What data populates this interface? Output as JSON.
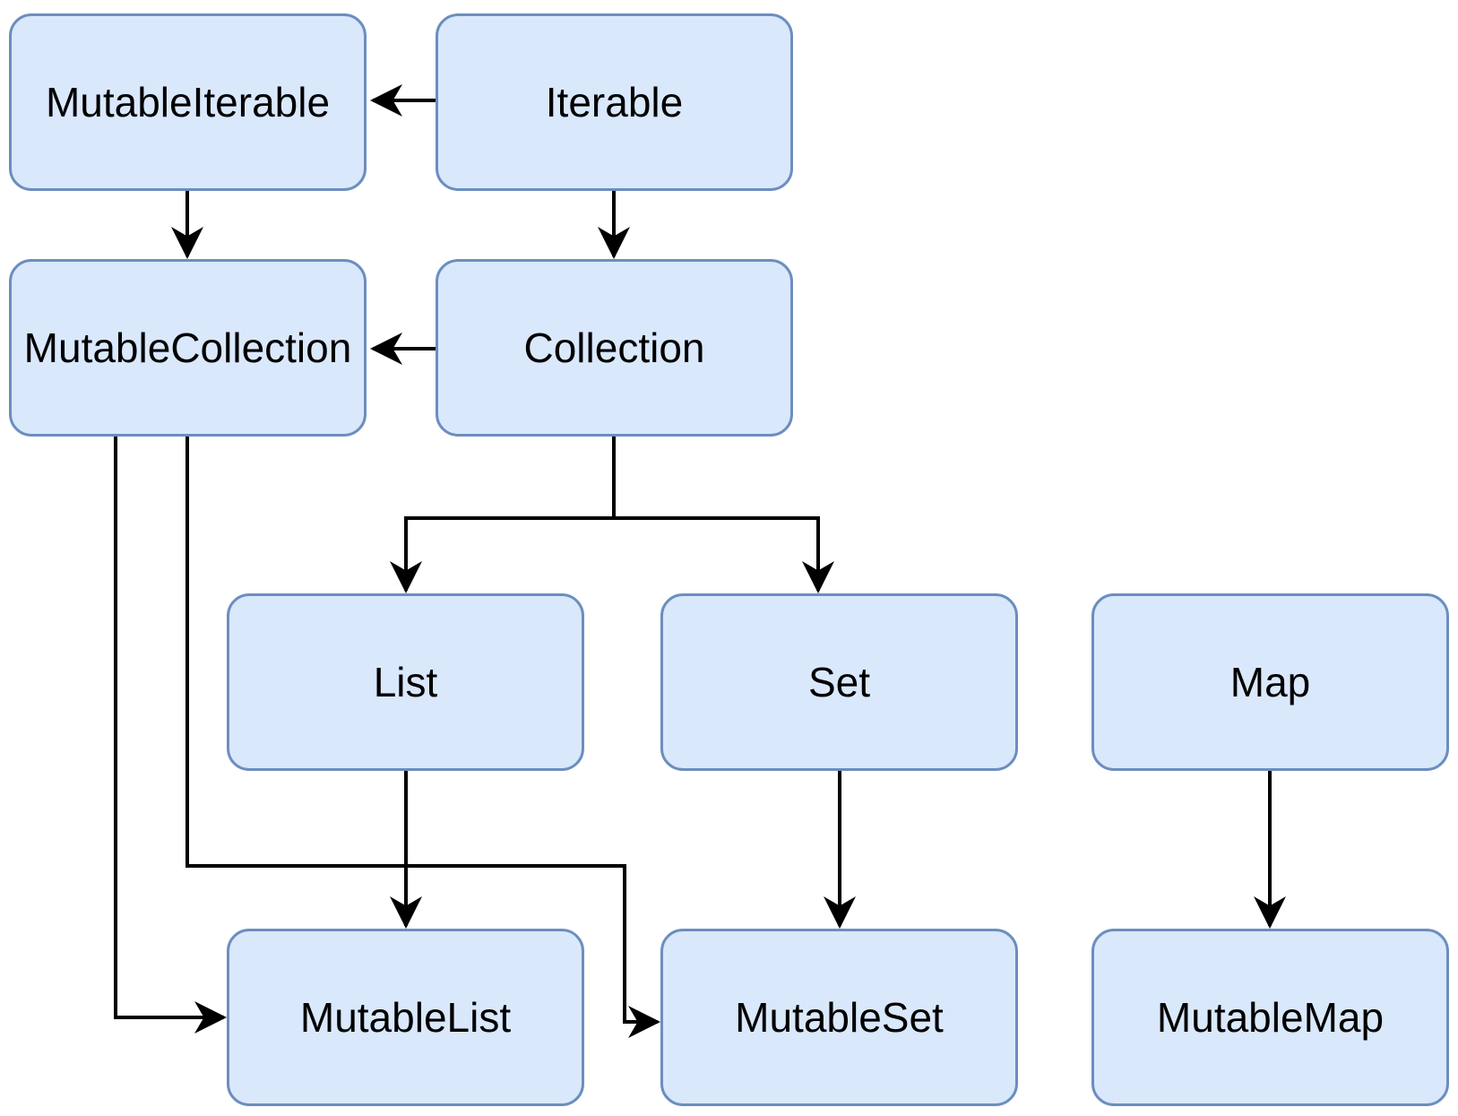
{
  "diagram": {
    "type": "class-hierarchy",
    "colors": {
      "node_fill": "#dae8fc",
      "node_border": "#6c8ebf",
      "edge_color": "#000000",
      "canvas_bg": "#ffffff",
      "label_color": "#000000"
    },
    "nodes": [
      {
        "id": "mutable-iterable",
        "label": "MutableIterable"
      },
      {
        "id": "iterable",
        "label": "Iterable"
      },
      {
        "id": "mutable-collection",
        "label": "MutableCollection"
      },
      {
        "id": "collection",
        "label": "Collection"
      },
      {
        "id": "list",
        "label": "List"
      },
      {
        "id": "set",
        "label": "Set"
      },
      {
        "id": "map",
        "label": "Map"
      },
      {
        "id": "mutable-list",
        "label": "MutableList"
      },
      {
        "id": "mutable-set",
        "label": "MutableSet"
      },
      {
        "id": "mutable-map",
        "label": "MutableMap"
      }
    ],
    "edges": [
      {
        "from": "Iterable",
        "to": "MutableIterable"
      },
      {
        "from": "MutableIterable",
        "to": "MutableCollection"
      },
      {
        "from": "Iterable",
        "to": "Collection"
      },
      {
        "from": "Collection",
        "to": "MutableCollection"
      },
      {
        "from": "Collection",
        "to": "List"
      },
      {
        "from": "Collection",
        "to": "Set"
      },
      {
        "from": "List",
        "to": "MutableList"
      },
      {
        "from": "Set",
        "to": "MutableSet"
      },
      {
        "from": "Map",
        "to": "MutableMap"
      },
      {
        "from": "MutableCollection",
        "to": "MutableList"
      },
      {
        "from": "MutableCollection",
        "to": "MutableSet"
      }
    ]
  }
}
